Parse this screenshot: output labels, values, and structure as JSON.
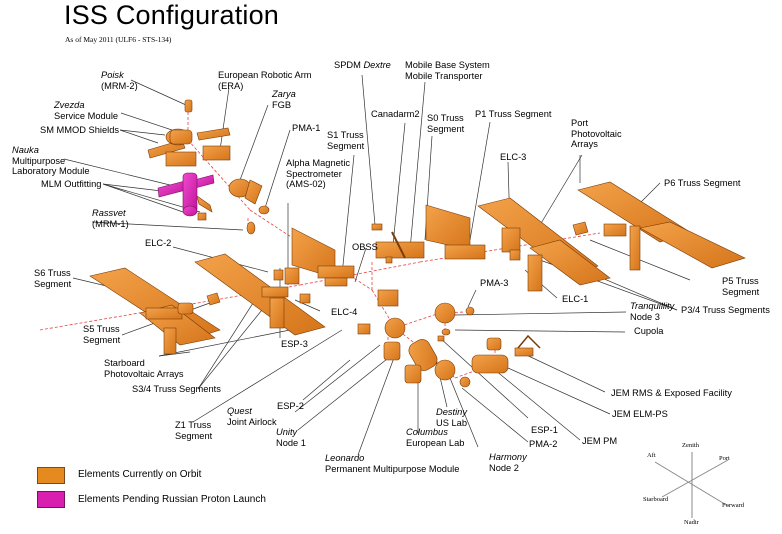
{
  "header": {
    "title": "ISS Configuration",
    "subtitle": "As of May 2011 (ULF6 - STS-134)"
  },
  "colors": {
    "on_orbit": "#e58a1f",
    "pending": "#d81fb0",
    "module_dark": "#7a3c06",
    "docking_line": "#e8423f",
    "leader_line": "#333333"
  },
  "labels": {
    "poisk": {
      "italic": "Poisk",
      "text": "(MRM-2)"
    },
    "era": {
      "line1": "European Robotic Arm",
      "line2": "(ERA)"
    },
    "zarya": {
      "italic": "Zarya",
      "text": "FGB"
    },
    "zvezda": {
      "italic": "Zvezda",
      "text": "Service Module"
    },
    "sm_mmod": {
      "text": "SM MMOD Shields"
    },
    "nauka": {
      "italic": "Nauka",
      "line2": "Multipurpose",
      "line3": "Laboratory Module"
    },
    "mlm_outfitting": {
      "text": "MLM Outfitting"
    },
    "rassvet": {
      "italic": "Rassvet",
      "text": "(MRM-1)"
    },
    "pma1": {
      "text": "PMA-1"
    },
    "s1": {
      "line1": "S1 Truss",
      "line2": "Segment"
    },
    "ams": {
      "line1": "Alpha Magnetic",
      "line2": "Spectrometer",
      "line3": "(AMS-02)"
    },
    "spdm": {
      "text": "SPDM",
      "italic": "Dextre"
    },
    "mbs": {
      "line1": "Mobile Base System",
      "line2": "Mobile Transporter"
    },
    "canadarm2": {
      "text": "Canadarm2"
    },
    "s0": {
      "line1": "S0 Truss",
      "line2": "Segment"
    },
    "p1": {
      "text": "P1 Truss Segment"
    },
    "port_pv": {
      "line1": "Port",
      "line2": "Photovoltaic",
      "line3": "Arrays"
    },
    "elc3": {
      "text": "ELC-3"
    },
    "p6": {
      "text": "P6 Truss Segment"
    },
    "obss": {
      "text": "OBSS"
    },
    "elc2": {
      "text": "ELC-2"
    },
    "s6": {
      "line1": "S6 Truss",
      "line2": "Segment"
    },
    "s5": {
      "line1": "S5 Truss",
      "line2": "Segment"
    },
    "elc4": {
      "text": "ELC-4"
    },
    "esp3": {
      "text": "ESP-3"
    },
    "starboard_pv": {
      "line1": "Starboard",
      "line2": "Photovoltaic Arrays"
    },
    "s34": {
      "text": "S3/4 Truss Segments"
    },
    "pma3": {
      "text": "PMA-3"
    },
    "elc1": {
      "text": "ELC-1"
    },
    "p5": {
      "line1": "P5 Truss",
      "line2": "Segment"
    },
    "p34": {
      "text": "P3/4 Truss Segments"
    },
    "tranquility": {
      "italic": "Tranquillity",
      "text": "Node 3"
    },
    "cupola": {
      "text": "Cupola"
    },
    "jem_rms": {
      "text": "JEM RMS & Exposed Facility"
    },
    "jem_elm": {
      "text": "JEM ELM-PS"
    },
    "jem_pm": {
      "text": "JEM PM"
    },
    "esp1": {
      "text": "ESP-1"
    },
    "pma2": {
      "text": "PMA-2"
    },
    "harmony": {
      "italic": "Harmony",
      "text": "Node 2"
    },
    "destiny": {
      "italic": "Destiny",
      "text": "US Lab"
    },
    "columbus": {
      "italic": "Columbus",
      "text": "European Lab"
    },
    "leonardo": {
      "italic": "Leonardo",
      "text": "Permanent Multipurpose Module"
    },
    "unity": {
      "italic": "Unity",
      "text": "Node 1"
    },
    "esp2": {
      "text": "ESP-2"
    },
    "quest": {
      "italic": "Quest",
      "text": "Joint Airlock"
    },
    "z1": {
      "line1": "Z1 Truss",
      "line2": "Segment"
    }
  },
  "legend": [
    {
      "label": "Elements Currently on Orbit",
      "color": "#e58a1f"
    },
    {
      "label": "Elements Pending Russian Proton Launch",
      "color": "#d81fb0"
    }
  ],
  "axes": {
    "zenith": "Zenith",
    "nadir": "Nadir",
    "aft": "Aft",
    "forward": "Forward",
    "port": "Port",
    "starboard": "Starboard"
  }
}
